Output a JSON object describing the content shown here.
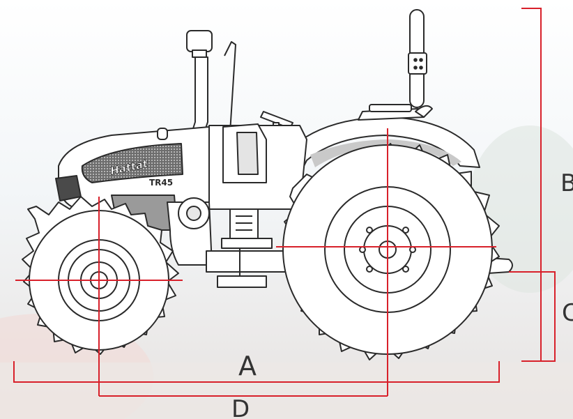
{
  "diagram": {
    "colors": {
      "dimension_line": "#d8202a",
      "tractor_outline": "#2a2a2a",
      "background_fade": "#eef3f6"
    },
    "dimension_labels": {
      "a": "A",
      "b": "B",
      "c": "C",
      "d": "D"
    },
    "tractor": {
      "brand_badge": "Hattat",
      "model_badge": "TR45"
    }
  }
}
